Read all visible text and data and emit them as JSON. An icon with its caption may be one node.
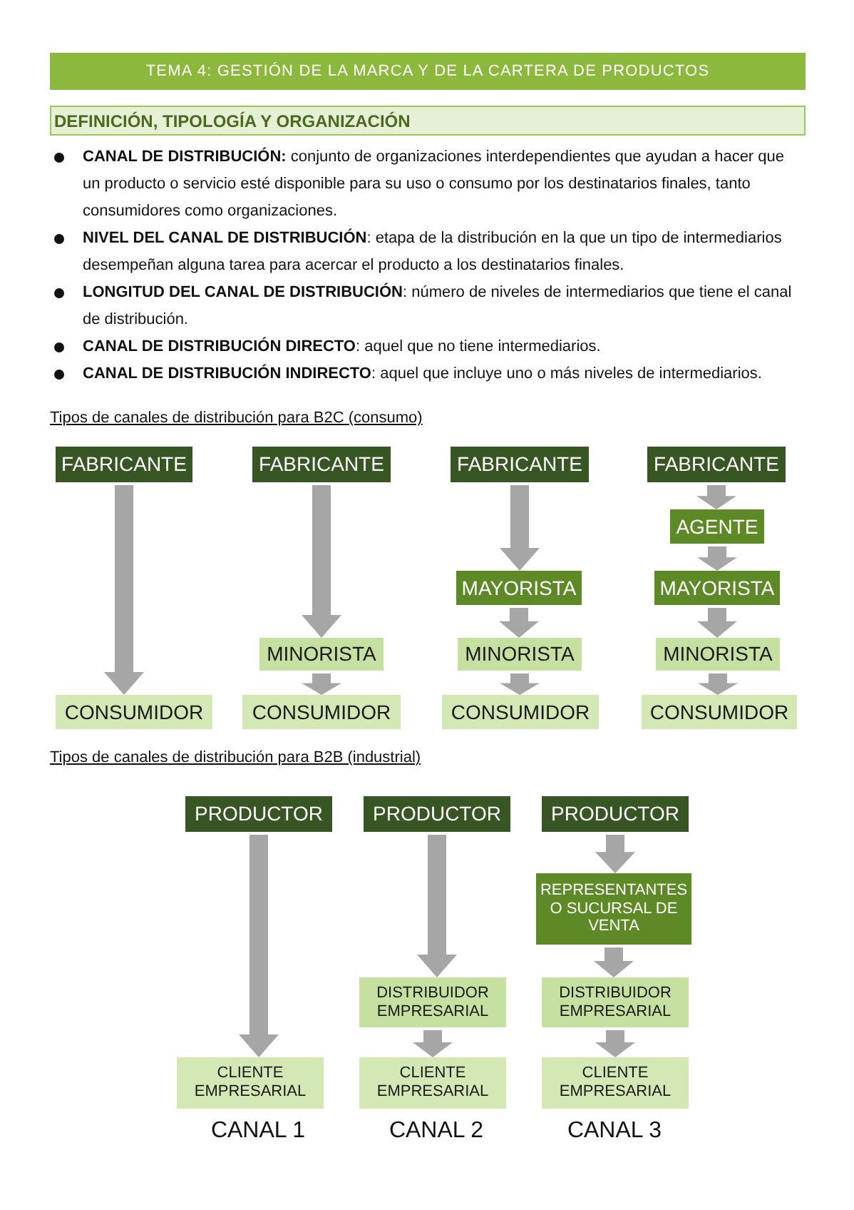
{
  "diagram": {
    "title": "TEMA 4: GESTIÓN DE LA MARCA Y DE LA CARTERA DE PRODUCTOS",
    "nodes": [
      {
        "text": [
          "FABRICANTE"
        ]
      },
      {
        "text": [
          "CONSUMIDOR"
        ]
      },
      {
        "text": [
          "FABRICANTE"
        ]
      },
      {
        "text": [
          "MINORISTA"
        ]
      },
      {
        "text": [
          "CONSUMIDOR"
        ]
      },
      {
        "text": [
          "FABRICANTE"
        ]
      },
      {
        "text": [
          "MAYORISTA"
        ]
      },
      {
        "text": [
          "MINORISTA"
        ]
      },
      {
        "text": [
          "CONSUMIDOR"
        ]
      },
      {
        "text": [
          "FABRICANTE"
        ]
      },
      {
        "text": [
          "AGENTE"
        ]
      },
      {
        "text": [
          "MAYORISTA"
        ]
      },
      {
        "text": [
          "MINORISTA"
        ]
      },
      {
        "text": [
          "CONSUMIDOR"
        ]
      },
      {
        "text": [
          "PRODUCTOR"
        ]
      },
      {
        "text": [
          "CLIENTE EMPRESARIAL"
        ]
      },
      {
        "text": [
          "PRODUCTOR"
        ]
      },
      {
        "text": [
          "DISTRIBUIDOR EMPRESARIAL"
        ]
      },
      {
        "text": [
          "CLIENTE EMPRESARIAL"
        ]
      },
      {
        "text": [
          "PRODUCTOR"
        ]
      },
      {
        "text": [
          "REPRESENTANTES O SUCURSAL DE VENTA"
        ]
      },
      {
        "text": [
          "DISTRIBUIDOR EMPRESARIAL"
        ]
      },
      {
        "text": [
          "CLIENTE EMPRESARIAL"
        ]
      }
    ],
    "edges": [
      {
        "from": 0,
        "to": 1,
        "arrow": "to"
      },
      {
        "from": 2,
        "to": 3,
        "arrow": "to"
      },
      {
        "from": 3,
        "to": 4,
        "arrow": "to"
      },
      {
        "from": 5,
        "to": 6,
        "arrow": "to"
      },
      {
        "from": 6,
        "to": 7,
        "arrow": "to"
      },
      {
        "from": 7,
        "to": 8,
        "arrow": "to"
      },
      {
        "from": 9,
        "to": 10,
        "arrow": "to"
      },
      {
        "from": 10,
        "to": 11,
        "arrow": "to"
      },
      {
        "from": 11,
        "to": 12,
        "arrow": "to"
      },
      {
        "from": 12,
        "to": 13,
        "arrow": "to"
      },
      {
        "from": 14,
        "to": 15,
        "arrow": "to"
      },
      {
        "from": 16,
        "to": 17,
        "arrow": "to"
      },
      {
        "from": 17,
        "to": 18,
        "arrow": "to"
      },
      {
        "from": 19,
        "to": 20,
        "arrow": "to"
      },
      {
        "from": 20,
        "to": 21,
        "arrow": "to"
      },
      {
        "from": 21,
        "to": 22,
        "arrow": "to"
      }
    ],
    "labels": [
      "DEFINICIÓN, TIPOLOGÍA Y ORGANIZACIÓN",
      "**CANAL DE DISTRIBUCIÓN:** conjunto de organizaciones interdependientes que ayudan a hacer que un producto o servicio esté disponible para su uso o consumo por los destinatarios finales, tanto consumidores como organizaciones.",
      "**NIVEL DEL CANAL DE DISTRIBUCIÓN**: etapa de la distribución en la que un tipo de intermediarios desempeñan alguna tarea para acercar el producto a los destinatarios finales.",
      "**LONGITUD DEL CANAL DE DISTRIBUCIÓN**: número de niveles de intermediarios que tiene el canal de distribución.",
      "**CANAL DE DISTRIBUCIÓN DIRECTO**: aquel que no tiene intermediarios.",
      "**CANAL DE DISTRIBUCIÓN INDIRECTO**: aquel que incluye uno o más niveles de intermediarios.",
      "Tipos de canales de distribución para B2C (consumo)",
      "Tipos de canales de distribución para B2B (industrial)",
      "CANAL 1",
      "CANAL 2",
      "CANAL 3"
    ]
  }
}
